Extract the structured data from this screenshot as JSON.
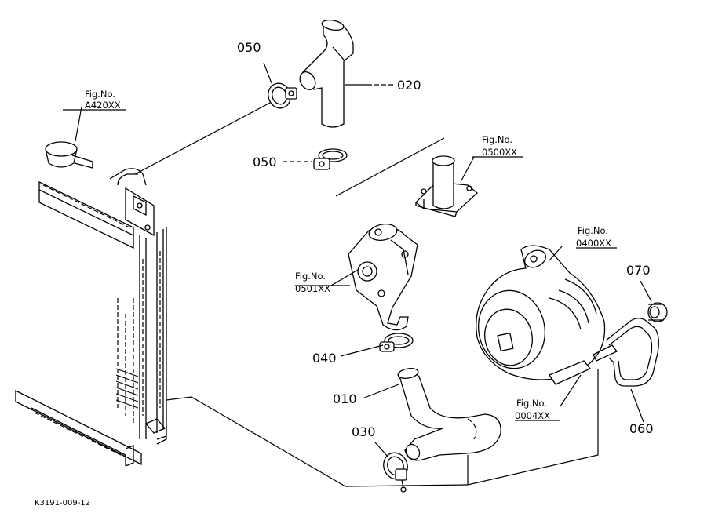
{
  "diagram": {
    "parts": {
      "p050a": "050",
      "p020": "020",
      "p050b": "050",
      "p070": "070",
      "p040": "040",
      "p010": "010",
      "p030": "030",
      "p060": "060"
    },
    "figrefs": {
      "a420": {
        "title": "Fig.No.",
        "code": "A420XX"
      },
      "f0500": {
        "title": "Fig.No.",
        "code": "0500XX"
      },
      "f0400": {
        "title": "Fig.No.",
        "code": "0400XX"
      },
      "f0501": {
        "title": "Fig.No.",
        "code": "0501XX"
      },
      "f0004": {
        "title": "Fig.No.",
        "code": "0004XX"
      }
    },
    "drawing_code": "K3191-009-12"
  }
}
